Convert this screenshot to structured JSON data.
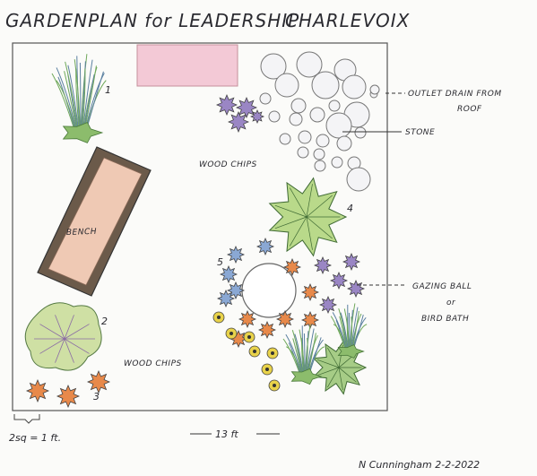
{
  "title": {
    "left": "GARDENPLAN for LEADERSHIP",
    "right": "CHARLEVOIX"
  },
  "labels": {
    "outlet_drain": "OUTLET DRAIN FROM",
    "outlet_drain_2": "ROOF",
    "stone": "STONE",
    "wood_chips_top": "WOOD CHIPS",
    "wood_chips_bottom": "WOOD CHIPS",
    "bench": "BENCH",
    "gazing_ball": "GAZING BALL",
    "gazing_ball_or": "or",
    "gazing_ball_2": "BIRD BATH",
    "scale": "2sq = 1 ft.",
    "width": "13 ft",
    "signature": "N Cunningham 2-2-2022"
  },
  "plant_numbers": {
    "n1": "1",
    "n2": "2",
    "n3": "3",
    "n4": "4",
    "n5": "5"
  },
  "colors": {
    "ink": "#2a2a30",
    "green": "#6fa85a",
    "orange": "#e8894a",
    "purple": "#9a86c4",
    "blue": "#8aa8d4",
    "yellow": "#e8d24a",
    "pink": "#f2c6d4",
    "bench_wood": "#c8a07a"
  },
  "icons": {
    "stone": "circle",
    "flower": "star-flower",
    "grass": "grass-tuft",
    "shrub": "leafy-shrub"
  }
}
